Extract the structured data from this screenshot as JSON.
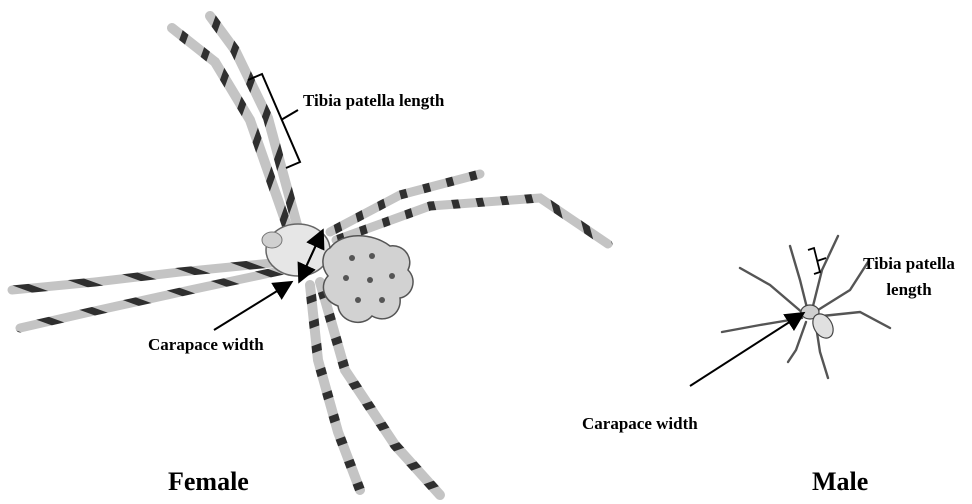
{
  "female": {
    "caption": "Female",
    "tibia_label": "Tibia patella length",
    "carapace_label": "Carapace width"
  },
  "male": {
    "caption": "Male",
    "tibia_label_line1": "Tibia patella",
    "tibia_label_line2": "length",
    "carapace_label": "Carapace width"
  },
  "colors": {
    "leg": "#bcbcbc",
    "band": "#2e2e2e",
    "body": "#d8d8d8",
    "outline": "#555555",
    "annotation": "#000000"
  },
  "icons": {
    "female_spider": "spider-female-icon",
    "male_spider": "spider-male-icon"
  }
}
